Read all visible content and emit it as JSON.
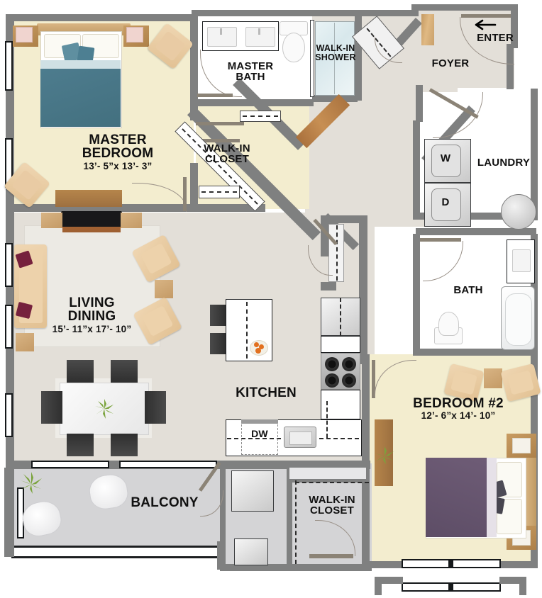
{
  "plan": {
    "title": "Apartment Floor Plan",
    "rooms": [
      {
        "id": "master-bedroom",
        "name": "MASTER\nBEDROOM",
        "name_line1": "MASTER",
        "name_line2": "BEDROOM",
        "dimensions": "13’- 5”x 13’- 3”",
        "floor_color": "#f3edcf"
      },
      {
        "id": "master-bath",
        "name_line1": "MASTER",
        "name_line2": "BATH",
        "dimensions": "",
        "floor_color": "#ffffff"
      },
      {
        "id": "walk-in-shower",
        "name_line1": "WALK-IN",
        "name_line2": "SHOWER",
        "dimensions": "",
        "floor_color": "#e8f0f2"
      },
      {
        "id": "master-walk-in-closet",
        "name_line1": "WALK-IN",
        "name_line2": "CLOSET",
        "dimensions": "",
        "floor_color": "#f3edcf"
      },
      {
        "id": "foyer",
        "name_line1": "FOYER",
        "name_line2": "",
        "dimensions": "",
        "floor_color": "#ddd9d1"
      },
      {
        "id": "laundry",
        "name_line1": "LAUNDRY",
        "name_line2": "",
        "dimensions": "",
        "floor_color": "#ffffff"
      },
      {
        "id": "bath",
        "name_line1": "BATH",
        "name_line2": "",
        "dimensions": "",
        "floor_color": "#ffffff"
      },
      {
        "id": "living-dining",
        "name_line1": "LIVING",
        "name_line2": "DINING",
        "dimensions": "15’- 11”x 17’- 10”",
        "floor_color": "#e3dfd8"
      },
      {
        "id": "kitchen",
        "name_line1": "KITCHEN",
        "name_line2": "",
        "dimensions": "",
        "floor_color": "#e3dfd8"
      },
      {
        "id": "balcony",
        "name_line1": "BALCONY",
        "name_line2": "",
        "dimensions": "",
        "floor_color": "#d4d4d6"
      },
      {
        "id": "bedroom-2",
        "name_line1": "BEDROOM #2",
        "name_line2": "",
        "dimensions": "12’- 6”x 14’- 10”",
        "floor_color": "#f3edcf"
      },
      {
        "id": "bedroom2-walk-in-closet",
        "name_line1": "WALK-IN",
        "name_line2": "CLOSET",
        "dimensions": "",
        "floor_color": "#f3edcf"
      }
    ],
    "labels": {
      "master_bedroom": "MASTER",
      "master_bedroom2": "BEDROOM",
      "master_bedroom_dim": "13’- 5”x 13’- 3”",
      "master_bath": "MASTER",
      "master_bath2": "BATH",
      "walk_in_shower": "WALK-IN",
      "walk_in_shower2": "SHOWER",
      "master_closet": "WALK-IN",
      "master_closet2": "CLOSET",
      "foyer": "FOYER",
      "enter": "ENTER",
      "laundry": "LAUNDRY",
      "washer": "W",
      "dryer": "D",
      "bath": "BATH",
      "living": "LIVING",
      "dining": "DINING",
      "living_dim": "15’- 11”x 17’- 10”",
      "kitchen": "KITCHEN",
      "dishwasher": "DW",
      "balcony": "BALCONY",
      "bedroom2": "BEDROOM #2",
      "bedroom2_dim": "12’- 6”x 14’- 10”",
      "bed2_closet": "WALK-IN",
      "bed2_closet2": "CLOSET"
    },
    "icons": {
      "enter_arrow": "←"
    },
    "colors": {
      "wall": "#7f8080",
      "floor_common": "#e3dfd8",
      "floor_bedroom": "#f3edcf",
      "floor_balcony": "#d4d4d6",
      "floor_wet": "#ffffff",
      "text": "#111111",
      "bed_master": "#4a7b8c",
      "bed_second": "#6b5a72",
      "wood_trim": "#c9a06a",
      "accent_orange": "#e2701f"
    }
  }
}
